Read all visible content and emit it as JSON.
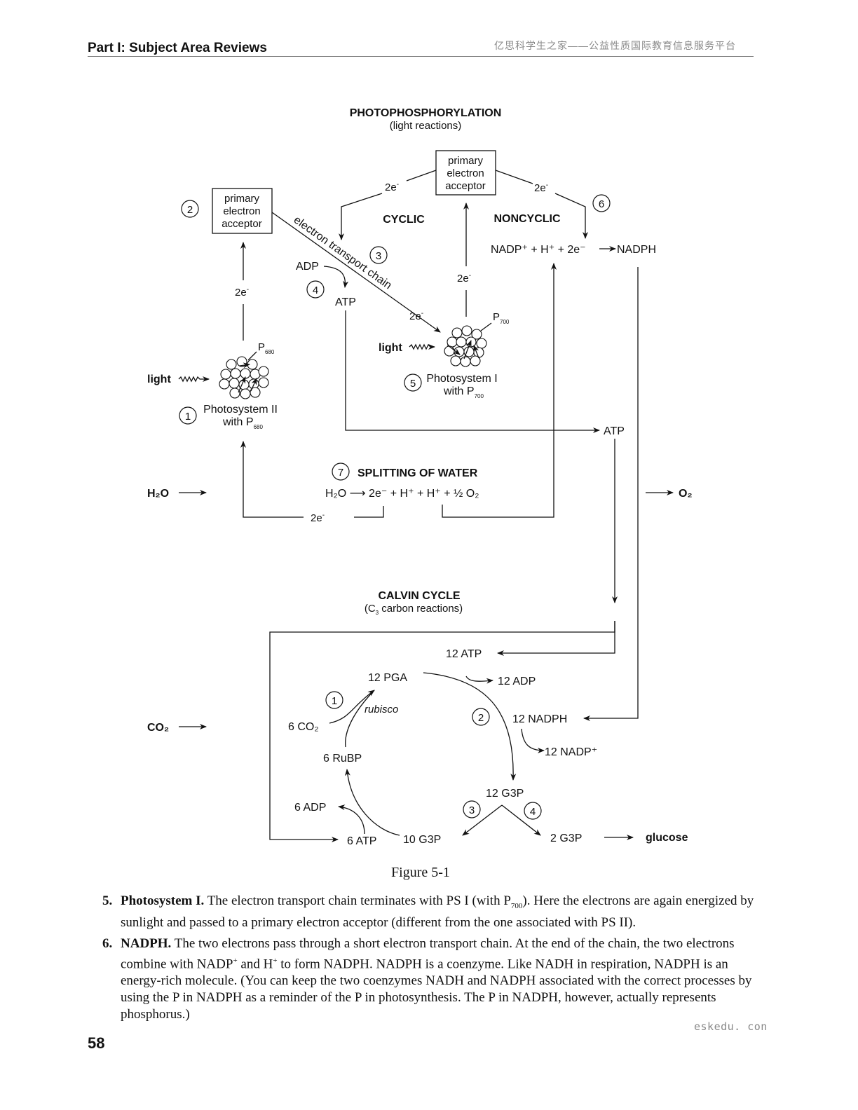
{
  "header": {
    "section": "Part I: Subject Area Reviews",
    "watermark": "亿思科学生之家——公益性质国际教育信息服务平台"
  },
  "diagram": {
    "photo_title": "PHOTOPHOSPHORYLATION",
    "photo_subtitle": "(light reactions)",
    "box_top": [
      "primary",
      "electron",
      "acceptor"
    ],
    "box_left": [
      "primary",
      "electron",
      "acceptor"
    ],
    "cyclic": "CYCLIC",
    "noncyclic": "NONCYCLIC",
    "two_e": "2e",
    "minus": "-",
    "etc_label": "electron transport chain",
    "adp": "ADP",
    "atp": "ATP",
    "nadph_eq": "NADP⁺ + H⁺ + 2e⁻",
    "nadph": "NADPH",
    "light": "light",
    "p680": "P",
    "p680_sub": "680",
    "p700": "P",
    "p700_sub": "700",
    "ps1_line1": "Photosystem I",
    "ps1_line2": "with P",
    "ps2_line1": "Photosystem II",
    "ps2_line2": "with P",
    "split_title": "SPLITTING OF WATER",
    "h2o": "H₂O",
    "split_eq": "H₂O ⟶ 2e⁻ + H⁺ + H⁺ + ½ O₂",
    "o2": "O₂",
    "calvin_title": "CALVIN CYCLE",
    "calvin_subtitle_pre": "(C",
    "calvin_subtitle_sub": "3",
    "calvin_subtitle_post": " carbon reactions)",
    "co2": "CO₂",
    "c_12atp": "12 ATP",
    "c_12pga": "12 PGA",
    "c_12adp": "12 ADP",
    "c_rubisco": "rubisco",
    "c_6co2": "6 CO₂",
    "c_12nadph": "12 NADPH",
    "c_12nadp": "12 NADP⁺",
    "c_6rubp": "6 RuBP",
    "c_12g3p": "12 G3P",
    "c_6adp": "6 ADP",
    "c_6atp": "6 ATP",
    "c_10g3p": "10 G3P",
    "c_2g3p": "2 G3P",
    "c_glucose": "glucose",
    "n1": "1",
    "n2": "2",
    "n3": "3",
    "n4": "4",
    "n5": "5",
    "n6": "6",
    "n7": "7"
  },
  "caption": "Figure 5-1",
  "items": [
    {
      "num": "5.",
      "title": "Photosystem I.",
      "text_a": " The electron transport chain terminates with PS I (with P",
      "sub": "700",
      "text_b": "). Here the electrons are again energized by sunlight and passed to a primary electron acceptor (different from the one associated with PS II)."
    },
    {
      "num": "6.",
      "title": "NADPH.",
      "text_a": " The two electrons pass through a short electron transport chain. At the end of the chain, the two electrons combine with NADP",
      "sup1": "+",
      "text_b": " and H",
      "sup2": "+",
      "text_c": " to form NADPH. NADPH is a coenzyme. Like NADH in respiration, NADPH is an energy-rich molecule. (You can keep the two coenzymes NADH and NADPH associated with the correct processes by using the P in NADPH as a reminder of the P in photosynthesis. The P in NADPH, however, actually represents phosphorus.)"
    }
  ],
  "footer": {
    "site": "eskedu. con",
    "page": "58"
  }
}
